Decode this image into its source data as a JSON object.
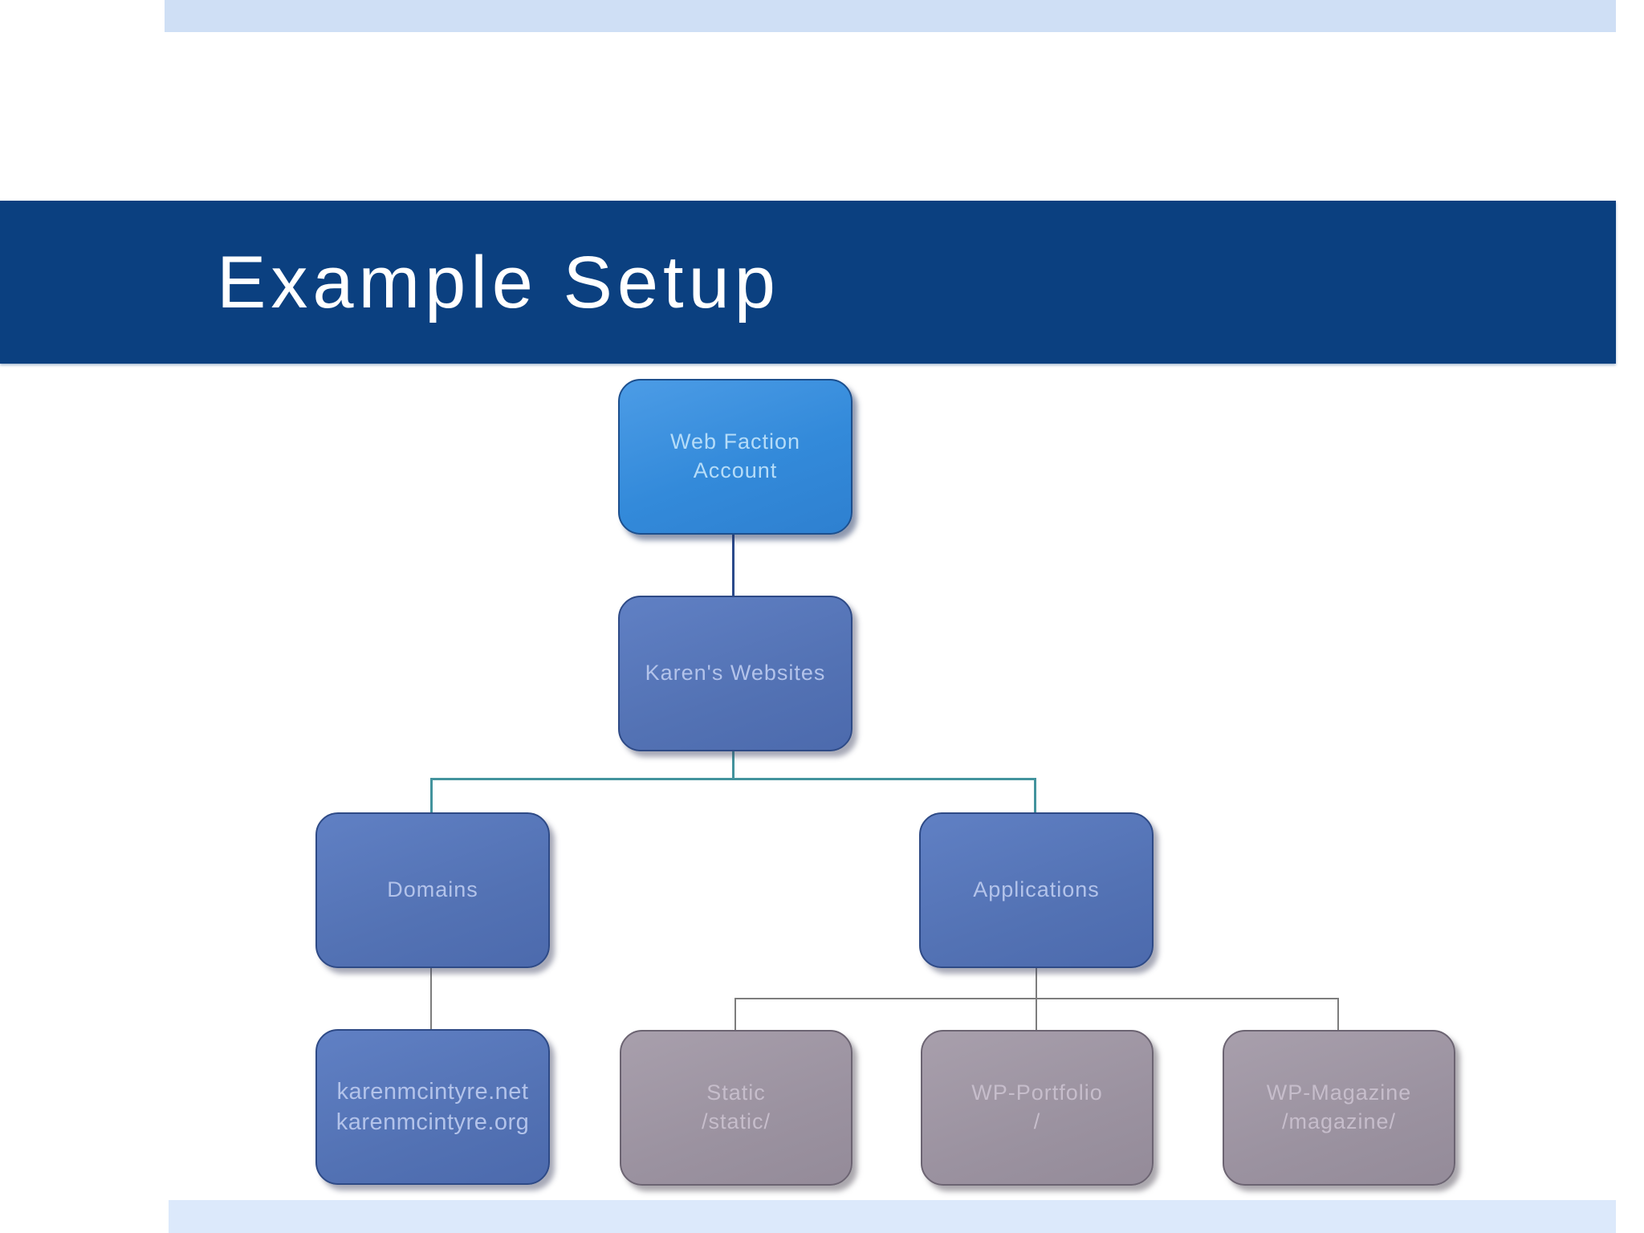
{
  "slide": {
    "title": "Example Setup"
  },
  "colors": {
    "banner": "#0b4080",
    "top_accent_bar": "#cfdff5",
    "bottom_accent_bar": "#dce9fb",
    "accent_node_fill": "#338ada",
    "blue_node_fill": "#5372b4",
    "gray_node_fill": "#9b92a0",
    "navy_connector": "#2b4a8b",
    "teal_connector": "#43939d",
    "gray_connector": "#7d7d7d",
    "title_text": "#ffffff"
  },
  "diagram": {
    "nodes": [
      {
        "id": "web-faction-account",
        "type": "accent",
        "lines": [
          "Web Faction",
          "Account"
        ]
      },
      {
        "id": "karens-websites",
        "type": "blue",
        "lines": [
          "Karen's Websites"
        ]
      },
      {
        "id": "domains",
        "type": "blue",
        "lines": [
          "Domains"
        ]
      },
      {
        "id": "applications",
        "type": "blue",
        "lines": [
          "Applications"
        ]
      },
      {
        "id": "karenmcintyre",
        "type": "blue",
        "lines": [
          "karenmcintyre.net",
          "karenmcintyre.org"
        ]
      },
      {
        "id": "static",
        "type": "gray",
        "lines": [
          "Static",
          "/static/"
        ]
      },
      {
        "id": "wp-portfolio",
        "type": "gray",
        "lines": [
          "WP-Portfolio",
          "/"
        ]
      },
      {
        "id": "wp-magazine",
        "type": "gray",
        "lines": [
          "WP-Magazine",
          "/magazine/"
        ]
      }
    ]
  }
}
